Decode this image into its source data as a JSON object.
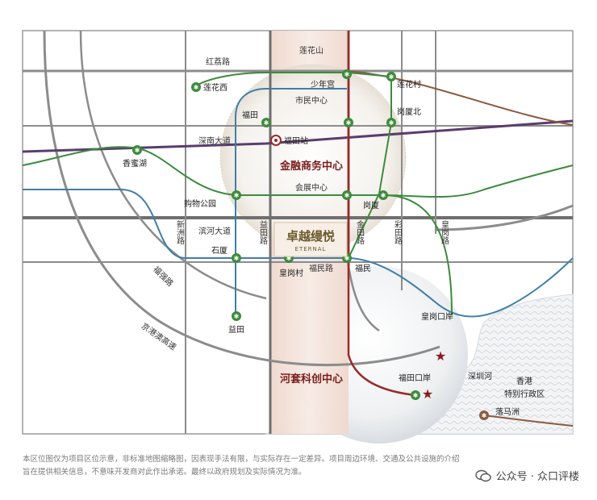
{
  "map": {
    "title_center": "金融商务中心",
    "project_name": "卓越缦悦",
    "project_name_en": "ETERNAL",
    "innovation_zone": "河套科创中心",
    "roads": {
      "lianhuashan": "莲花山",
      "hongli": "红荔路",
      "shennan": "深南大道",
      "binhe": "滨河大道",
      "fuqiang": "福强路",
      "jinggang": "京港澳高速",
      "xinzhou": "新洲路",
      "yitian": "益田路",
      "jintian": "金田路",
      "caitian": "彩田路",
      "huanggang": "皇岗路",
      "fumin": "福民路"
    },
    "stations": {
      "lianhuaxi": "莲花西",
      "shaoniangong": "少年宫",
      "lianhuacun": "莲花村",
      "shiminzhongxin": "市民中心",
      "futian": "福田",
      "gangxiabei": "岗厦北",
      "futianzhan": "福田站",
      "xiangmihu": "香蜜湖",
      "huizhanzhongxin": "会展中心",
      "gouwugongyuan": "购物公园",
      "gangxia": "岗厦",
      "shixia": "石厦",
      "huanggangcun": "皇岗村",
      "fumin": "福民",
      "yitian": "益田",
      "huanggangkouan": "皇岗口岸",
      "futiankouan": "福田口岸",
      "luomazhou": "落马洲"
    },
    "regions": {
      "shenzhenhe": "深圳河",
      "hk": "香港",
      "hk_sar": "特别行政区"
    }
  },
  "disclaimer": {
    "line1": "本区位图仅为项目区位示意，非标准地图缩略图，因表现手法有限，与实际存在一定差异。项目周边环境、交通及公共设施的介绍",
    "line2": "旨在提供相关信息，不意味开发商对此作出承诺。最终以政府规划及实际情况为准。"
  },
  "watermark": {
    "text": "公众号 · 众口评楼",
    "icon": "wechat-icon"
  },
  "colors": {
    "road": "#8a8a8a",
    "main_road": "#6f6f6f",
    "line_green": "#3d8b3d",
    "line_blue": "#3f7fa8",
    "line_purple": "#5a3d6e",
    "line_brown": "#8c5a3c",
    "line_red": "#9b2a2a",
    "cbd_band": "#e8c9bc",
    "star": "#8b1a1a"
  }
}
